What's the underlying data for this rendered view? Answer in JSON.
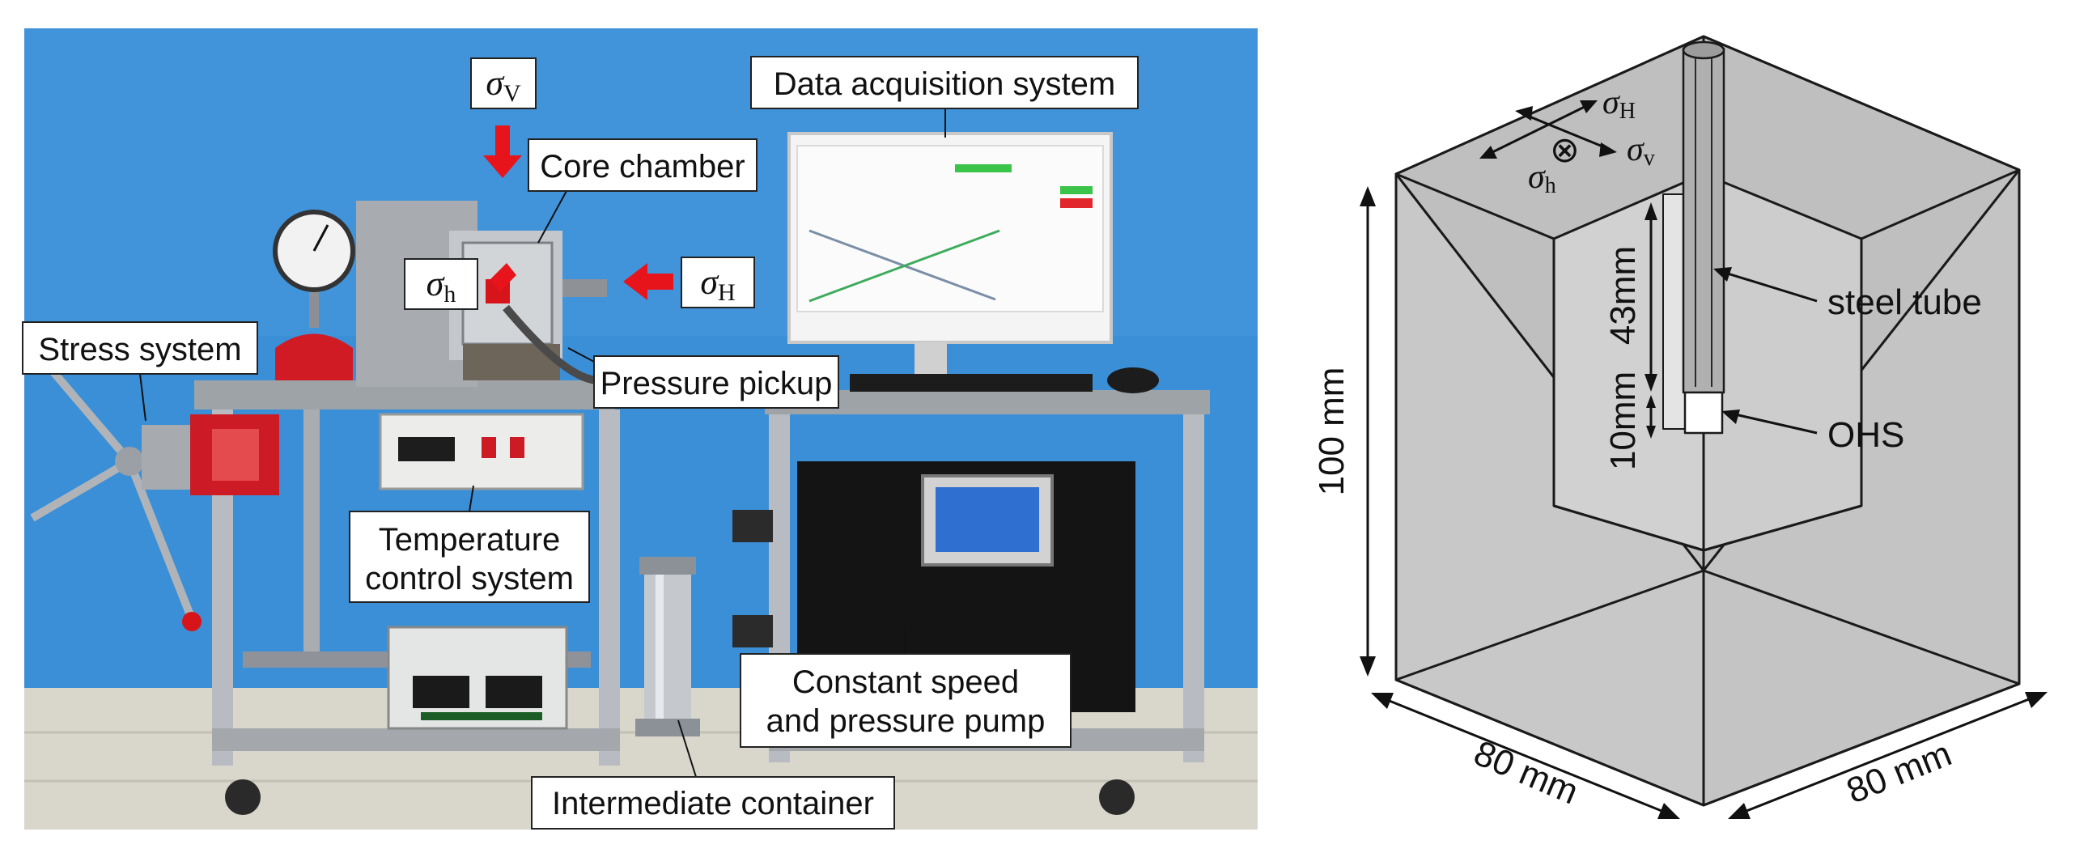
{
  "photo_panel": {
    "labels": {
      "data_acquisition": "Data acquisition system",
      "core_chamber": "Core chamber",
      "stress_system": "Stress system",
      "pressure_pickup": "Pressure pickup",
      "temperature_line1": "Temperature",
      "temperature_line2": "control system",
      "pump_line1": "Constant speed",
      "pump_line2": "and pressure pump",
      "intermediate_container": "Intermediate container"
    },
    "stress_symbols": {
      "sigma": "σ",
      "vertical_sub": "V",
      "minor_sub": "h",
      "major_sub": "H"
    },
    "colors": {
      "backdrop": "#3b8fd6",
      "floor": "#d9d6cc",
      "arrow": "#e8141c",
      "frame": "#b8bcc2",
      "pump_body": "#141414",
      "pad": "#1a5d27"
    }
  },
  "model_panel": {
    "dimension_height": "100 mm",
    "dimension_width_left": "80 mm",
    "dimension_width_right": "80 mm",
    "dimension_upper": "43mm",
    "dimension_lower": "10mm",
    "label_steel_tube": "steel tube",
    "label_ohs": "OHS",
    "stress_symbols": {
      "sigma": "σ",
      "major_sub": "H",
      "vertical_sub": "v",
      "minor_sub": "h",
      "out_of_plane_mark": "⊗"
    },
    "colors": {
      "block_fill": "#c8c8c8",
      "block_edge": "#1a1a1a"
    }
  }
}
